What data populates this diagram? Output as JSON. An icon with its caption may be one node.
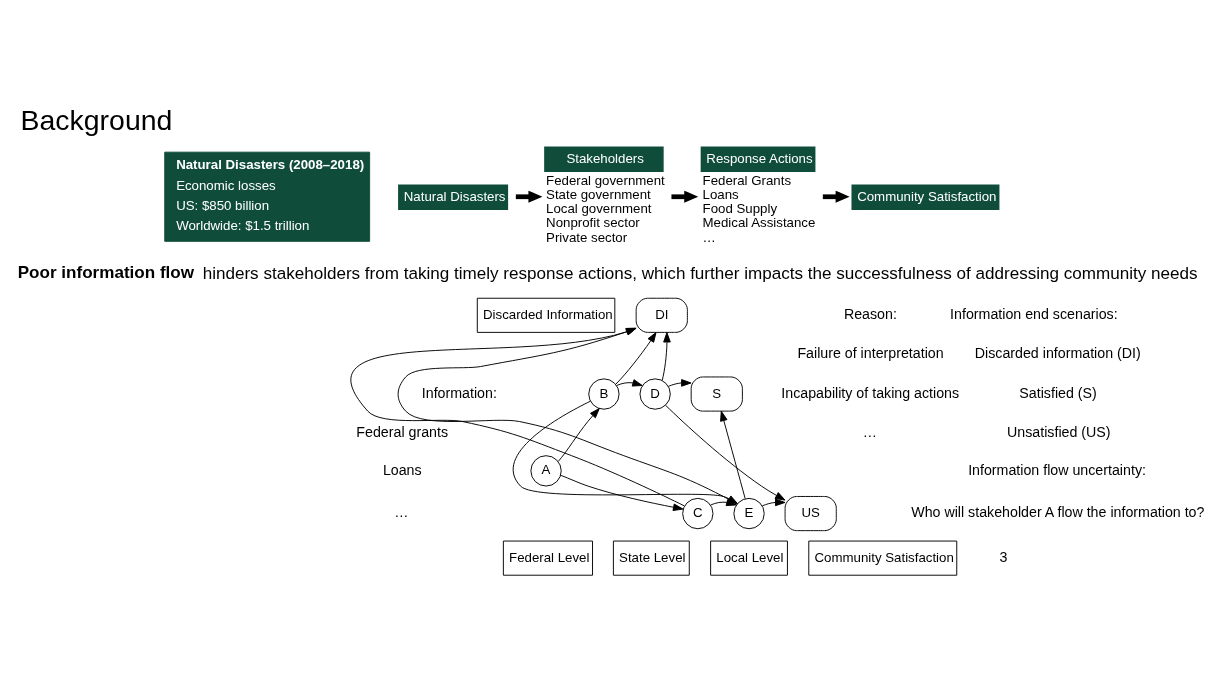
{
  "diagram": {
    "title": "Background",
    "nodes": [
      {
        "text": [
          "Natural Disasters (2008–2018)",
          "Economic losses",
          "US: $850 billion",
          "Worldwide: $1.5 trillion"
        ]
      },
      {
        "text": [
          "Natural Disasters"
        ]
      },
      {
        "text": [
          "Stakeholders"
        ],
        "beside": [
          "Federal government",
          "State government",
          "Local government",
          "Nonprofit sector",
          "Private sector"
        ]
      },
      {
        "text": [
          "Response Actions"
        ],
        "beside": [
          "Federal Grants",
          "Loans",
          "Food Supply",
          "Medical Assistance",
          "…"
        ]
      },
      {
        "text": [
          "Community Satisfaction"
        ]
      },
      {
        "text": [
          "Discarded Information"
        ]
      },
      {
        "text": [
          "DI"
        ]
      },
      {
        "text": [
          "A"
        ]
      },
      {
        "text": [
          "B"
        ]
      },
      {
        "text": [
          "C"
        ]
      },
      {
        "text": [
          "D"
        ]
      },
      {
        "text": [
          "E"
        ]
      },
      {
        "text": [
          "S"
        ]
      },
      {
        "text": [
          "US"
        ]
      },
      {
        "text": [
          "Federal Level"
        ]
      },
      {
        "text": [
          "State Level"
        ]
      },
      {
        "text": [
          "Local Level"
        ]
      },
      {
        "text": [
          "Community Satisfaction"
        ]
      }
    ],
    "edges": [
      {
        "from": 1,
        "to": 2,
        "arrow": "to",
        "style": "thick"
      },
      {
        "from": 2,
        "to": 3,
        "arrow": "to",
        "style": "thick"
      },
      {
        "from": 3,
        "to": 4,
        "arrow": "to",
        "style": "thick"
      },
      {
        "from": 7,
        "to": 8,
        "arrow": "to"
      },
      {
        "from": 7,
        "to": 9,
        "arrow": "to"
      },
      {
        "from": 8,
        "to": 6,
        "arrow": "to"
      },
      {
        "from": 9,
        "to": 6,
        "arrow": "to"
      },
      {
        "from": 11,
        "to": 6,
        "arrow": "to"
      },
      {
        "from": 10,
        "to": 6,
        "arrow": "to"
      },
      {
        "from": 8,
        "to": 10,
        "arrow": "to"
      },
      {
        "from": 8,
        "to": 11,
        "arrow": "to"
      },
      {
        "from": 9,
        "to": 11,
        "arrow": "to"
      },
      {
        "from": 10,
        "to": 12,
        "arrow": "to"
      },
      {
        "from": 10,
        "to": 13,
        "arrow": "to"
      },
      {
        "from": 11,
        "to": 12,
        "arrow": "to"
      },
      {
        "from": 11,
        "to": 13,
        "arrow": "to"
      }
    ],
    "labels": [
      "**Poor information flow** hinders stakeholders from taking timely response actions, which further impacts the successfulness of addressing community needs",
      "Reason:",
      "Failure of interpretation",
      "Incapability of taking actions",
      "…",
      "Information:",
      "Federal grants",
      "Loans",
      "…",
      "Information end scenarios:",
      "Discarded information (DI)",
      "Satisfied (S)",
      "Unsatisfied (US)",
      "Information flow uncertainty:",
      "Who will stakeholder A flow the information to?",
      "3"
    ]
  }
}
